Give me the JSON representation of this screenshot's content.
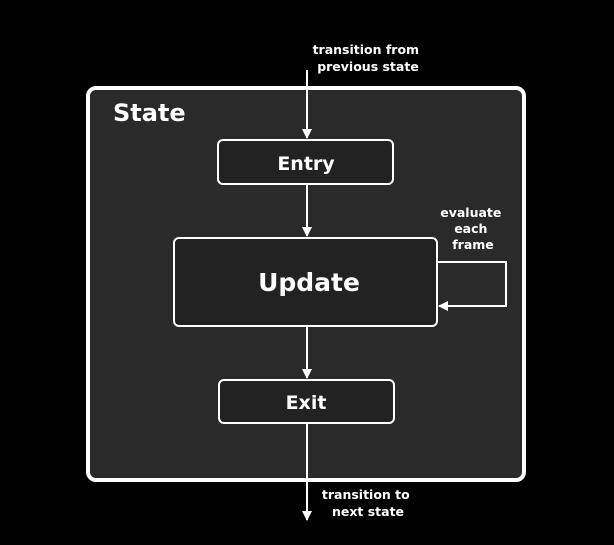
{
  "diagram": {
    "state_label": "State",
    "entry_label": "Entry",
    "update_label": "Update",
    "exit_label": "Exit",
    "incoming_lines": [
      "transition from",
      "previous state"
    ],
    "self_loop_lines": [
      "evaluate",
      "each",
      "frame"
    ],
    "outgoing_lines": [
      "transition to",
      "next state"
    ]
  },
  "colors": {
    "background": "#000000",
    "container_fill": "#2a2a2a",
    "box_fill": "#222222",
    "stroke": "#ffffff",
    "text": "#ffffff"
  }
}
